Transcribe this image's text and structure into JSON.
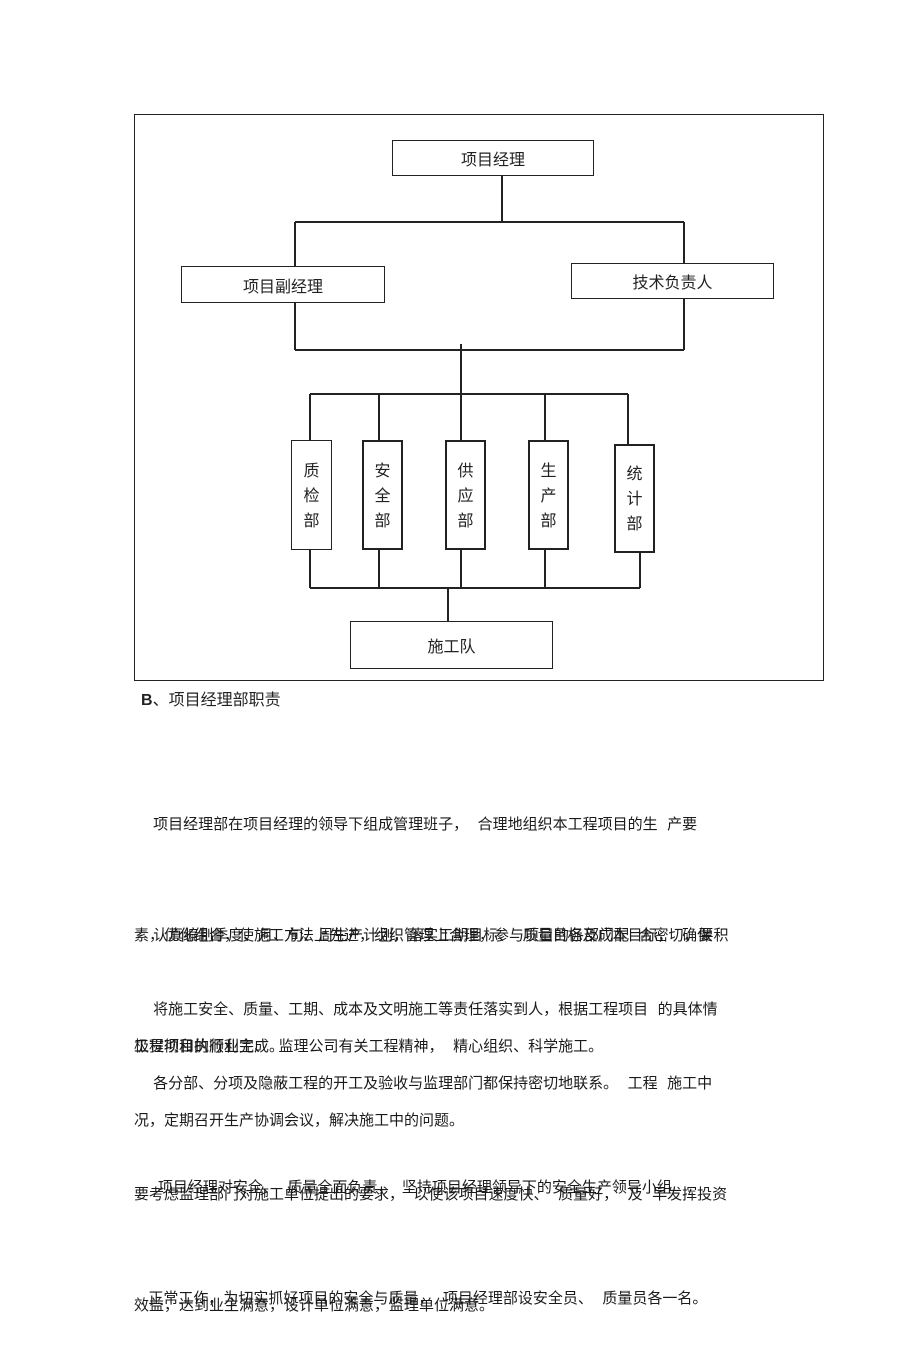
{
  "org_chart": {
    "top": "项目经理",
    "second_row": [
      "项目副经理",
      "技术负责人"
    ],
    "departments": [
      [
        "质",
        "检",
        "部"
      ],
      [
        "安",
        "全",
        "部"
      ],
      [
        "供",
        "应",
        "部"
      ],
      [
        "生",
        "产",
        "部"
      ],
      [
        "统",
        "计",
        "部"
      ]
    ],
    "bottom": "施工队"
  },
  "section": {
    "letter": "B",
    "title": "、项目经理部职责"
  },
  "paragraphs": [
    [
      "    项目经理部在项目经理的领导下组成管理班子，  合理地组织本工程项目的生  产要",
      "素，优化组合，使施工方法上先进，组织管理上合理，参与项目的各部门配  合密切，要积",
      "极贯彻和执行业主、  监理公司有关工程精神，  精心组织、科学施工。"
    ],
    [
      "    认真编制季度、月、旬、周生产计划，落实工期目标、  质量目标及成本目标，  确保",
      "工程项目的顺利完成。"
    ],
    [
      "    将施工安全、质量、工期、成本及文明施工等责任落实到人，根据工程项目  的具体情",
      "况，定期召开生产协调会议，解决施工中的问题。"
    ],
    [
      "    各分部、分项及隐蔽工程的开工及验收与监理部门都保持密切地联系。  工程  施工中",
      "要考虑监理部门对施工单位提出的要求，  以使该项目速度快、  质量好，  及  早发挥投资",
      "效益，达到业主满意，设计单位满意，监理单位满意。"
    ],
    [
      "     项目经理对安全、  质量全面负责，  坚持项目经理领导下的安全生产领导小组",
      "   正常工作，为切实抓好项目的安全与质量，  项目经理部设安全员、  质量员各一名。"
    ]
  ]
}
